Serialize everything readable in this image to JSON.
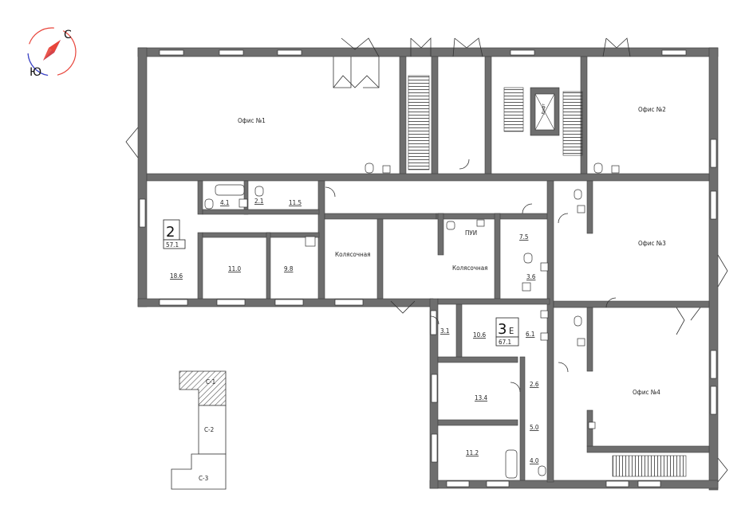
{
  "compass": {
    "north": "С",
    "south": "Ю"
  },
  "rooms": {
    "office1": "Офис №1",
    "office2": "Офис №2",
    "office3": "Офис №3",
    "office4": "Офис №4",
    "lift": "Лифт",
    "stroller1": "Колясочная",
    "stroller2": "Колясочная",
    "pui": "ПУИ"
  },
  "apt2": {
    "number": "2",
    "area": "57.1",
    "rooms": [
      "18.6",
      "11.0",
      "9.8",
      "11.5",
      "4.1",
      "2.1"
    ]
  },
  "apt3": {
    "number": "3",
    "letter": "Е",
    "area": "67.1",
    "rooms": [
      "3.1",
      "10.6",
      "6.1",
      "3.6",
      "7.5",
      "13.4",
      "11.2",
      "2.6",
      "5.0",
      "4.0"
    ]
  },
  "sections": [
    "С-1",
    "С-2",
    "С-3"
  ],
  "colors": {
    "wall": "#6e6e6e",
    "wall_edge": "#444444",
    "compass_red": "#e8443a",
    "compass_blue": "#2e4bd8",
    "hatch": "#555555"
  }
}
